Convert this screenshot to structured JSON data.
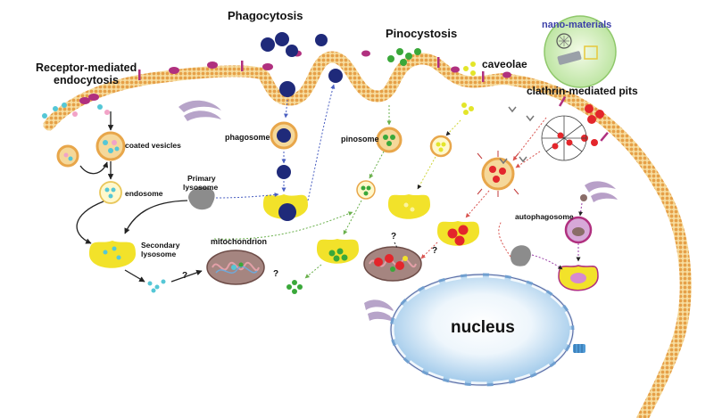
{
  "labels": {
    "phagocytosis": "Phagocytosis",
    "pinocytosis": "Pinocystosis",
    "receptor_line1": "Receptor-mediated",
    "receptor_line2": "endocytosis",
    "caveolae": "caveolae",
    "nano_materials": "nano-materials",
    "clathrin": "clathrin-mediated pits",
    "coated_vesicles": "coated vesicles",
    "phagosome": "phagosome",
    "pinosome": "pinosome",
    "endosome": "endosome",
    "primary_line1": "Primary",
    "primary_line2": "lysosome",
    "secondary_line1": "Secondary",
    "secondary_line2": "lysosome",
    "mitochondrion": "mitochondrion",
    "autophagosome": "autophagosome",
    "nucleus": "nucleus",
    "q": "?"
  },
  "colors": {
    "membrane": "#e8a64a",
    "membrane_light": "#f7d79a",
    "lysosome": "#f2e22a",
    "nucleus": "#a9cdeb",
    "phago_particle": "#1f2a7a",
    "pino_particle": "#3aa83a",
    "red_particle": "#e3262b",
    "receptor": "#b0307f",
    "cyan_particle": "#55c7d6"
  }
}
